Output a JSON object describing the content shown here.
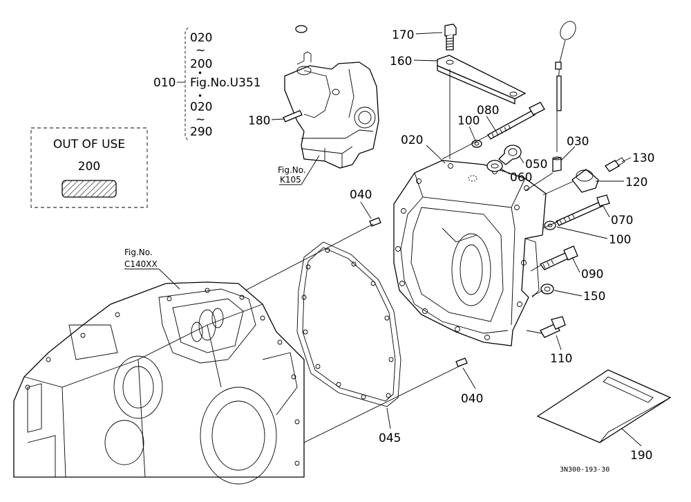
{
  "drawing": {
    "reference_code": "3N300-193-30"
  },
  "out_of_use": {
    "title": "OUT OF USE",
    "part": "200"
  },
  "bracket": {
    "main": "010",
    "lines": [
      "020",
      "~",
      "200",
      "•",
      "Fig.No.U351",
      "•",
      "020",
      "~",
      "290"
    ]
  },
  "fig_refs": {
    "k105": [
      "Fig.No.",
      "K105"
    ],
    "c140": [
      "Fig.No.",
      "C140XX"
    ]
  },
  "callouts": {
    "p170": "170",
    "p160": "160",
    "p180": "180",
    "p100a": "100",
    "p080": "080",
    "p020": "020",
    "p030": "030",
    "p050": "050",
    "p060": "060",
    "p130": "130",
    "p120": "120",
    "p040a": "040",
    "p070": "070",
    "p100b": "100",
    "p090": "090",
    "p150": "150",
    "p110": "110",
    "p040b": "040",
    "p045": "045",
    "p190": "190"
  }
}
